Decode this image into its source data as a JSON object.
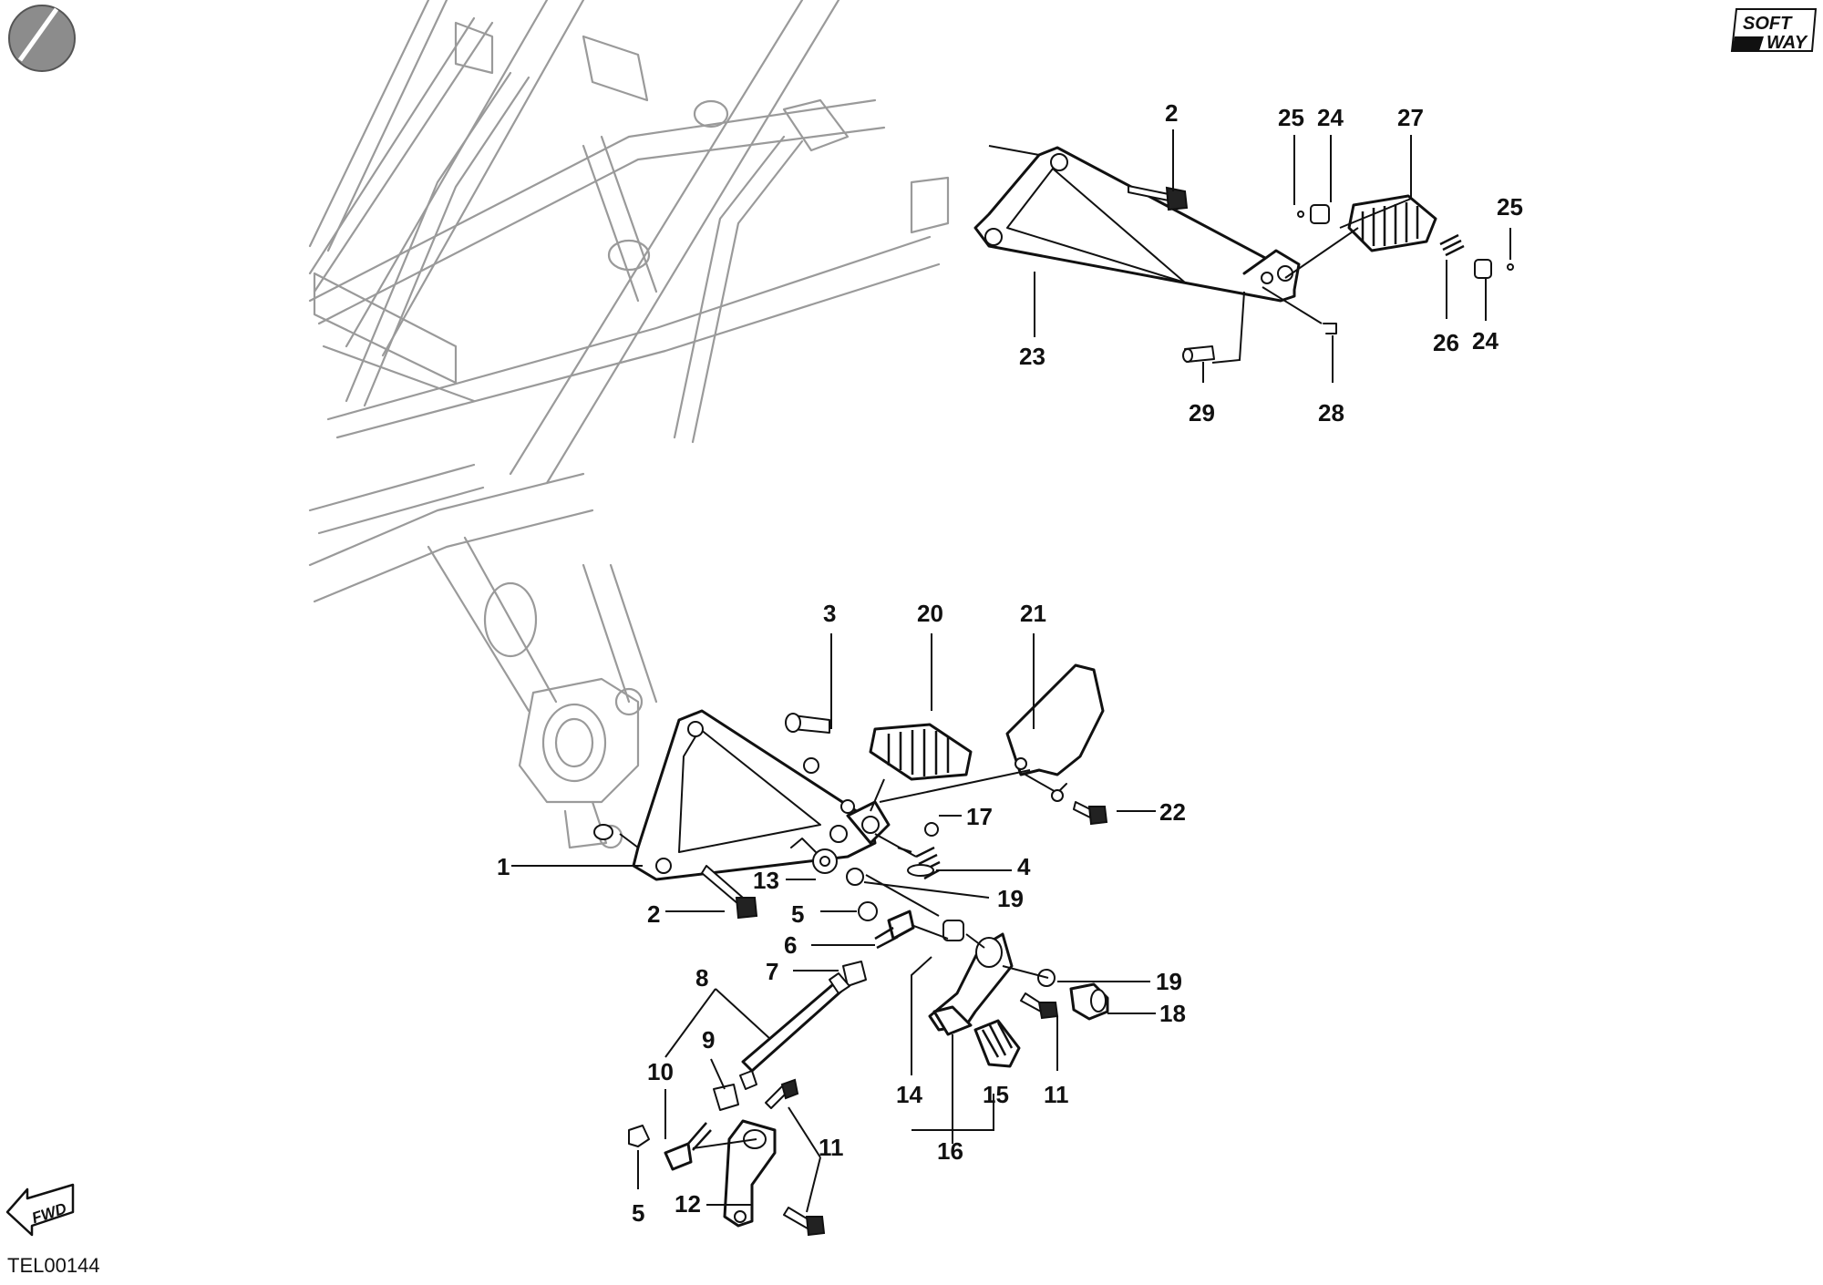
{
  "brand": {
    "logo_top": "SOFT",
    "logo_bottom": "WAY"
  },
  "drawing_code": "TEL00144",
  "direction_marker": "FWD",
  "callouts": {
    "c1": "1",
    "c2_top": "2",
    "c2_bottom": "2",
    "c3": "3",
    "c4": "4",
    "c5_upper": "5",
    "c5_lower": "5",
    "c6": "6",
    "c7": "7",
    "c8": "8",
    "c9": "9",
    "c10": "10",
    "c11_right": "11",
    "c11_lower": "11",
    "c12": "12",
    "c13": "13",
    "c14": "14",
    "c15": "15",
    "c16": "16",
    "c17": "17",
    "c18": "18",
    "c19_upper": "19",
    "c19_lower": "19",
    "c20": "20",
    "c21": "21",
    "c22": "22",
    "c23": "23",
    "c24_upper": "24",
    "c24_lower": "24",
    "c25_upper": "25",
    "c25_right": "25",
    "c26": "26",
    "c27": "27",
    "c28": "28",
    "c29": "29"
  }
}
